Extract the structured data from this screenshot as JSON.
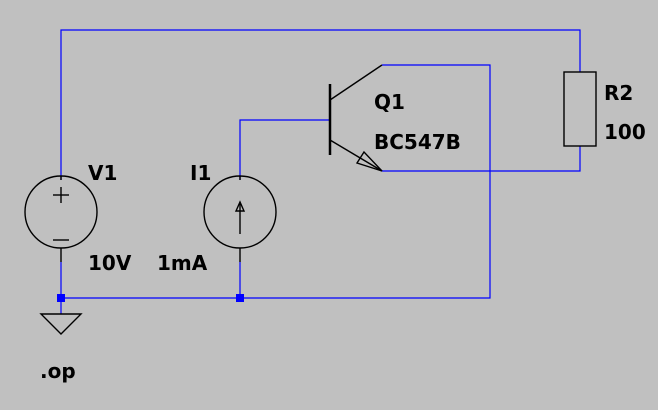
{
  "schematic": {
    "background_color": "#c0c0c0",
    "wire_color": "#0000ff",
    "component_color": "#000000",
    "components": {
      "v1": {
        "name": "V1",
        "value": "10V",
        "type": "voltage-source"
      },
      "i1": {
        "name": "I1",
        "value": "1mA",
        "type": "current-source"
      },
      "q1": {
        "name": "Q1",
        "value": "BC547B",
        "type": "npn-transistor"
      },
      "r2": {
        "name": "R2",
        "value": "100",
        "type": "resistor"
      }
    },
    "directive": ".op",
    "ground_symbol": "ground-icon"
  }
}
